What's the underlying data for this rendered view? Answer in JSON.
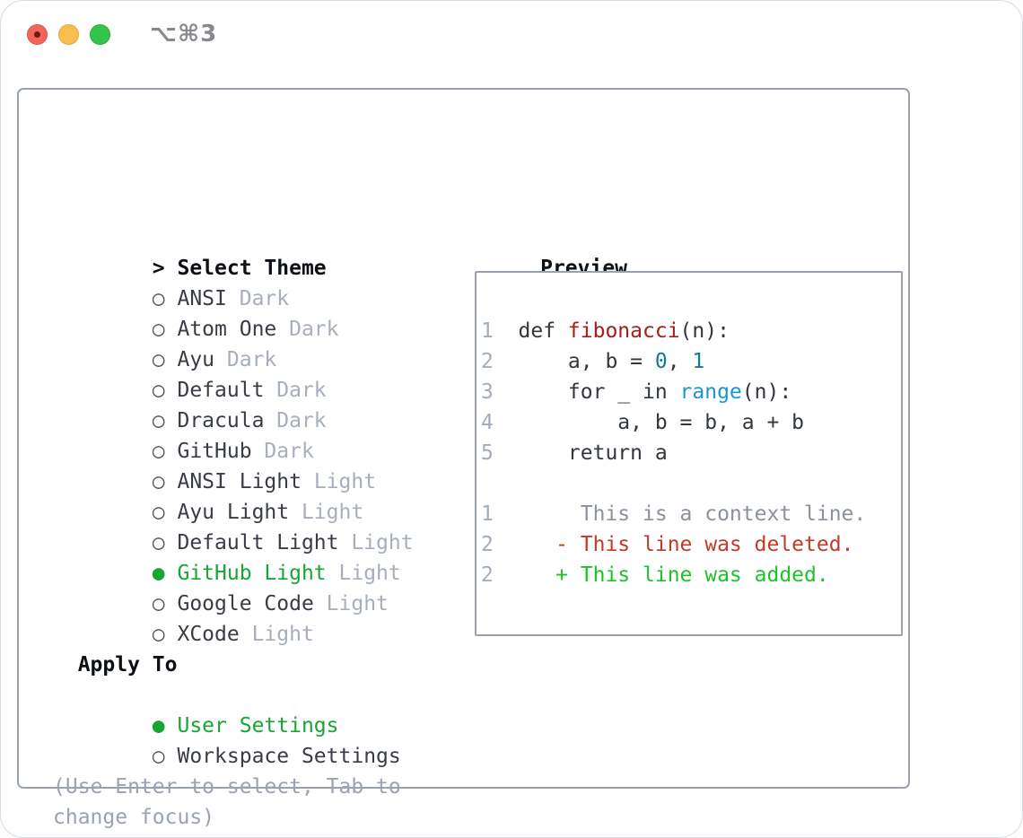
{
  "titlebar": {
    "title": "⌥⌘3"
  },
  "select_theme": {
    "prompt": ">",
    "title": "Select Theme",
    "themes": [
      {
        "bullet": "○",
        "name": "ANSI",
        "variant": "Dark",
        "selected": false
      },
      {
        "bullet": "○",
        "name": "Atom One",
        "variant": "Dark",
        "selected": false
      },
      {
        "bullet": "○",
        "name": "Ayu",
        "variant": "Dark",
        "selected": false
      },
      {
        "bullet": "○",
        "name": "Default",
        "variant": "Dark",
        "selected": false
      },
      {
        "bullet": "○",
        "name": "Dracula",
        "variant": "Dark",
        "selected": false
      },
      {
        "bullet": "○",
        "name": "GitHub",
        "variant": "Dark",
        "selected": false
      },
      {
        "bullet": "○",
        "name": "ANSI Light",
        "variant": "Light",
        "selected": false
      },
      {
        "bullet": "○",
        "name": "Ayu Light",
        "variant": "Light",
        "selected": false
      },
      {
        "bullet": "○",
        "name": "Default Light",
        "variant": "Light",
        "selected": false
      },
      {
        "bullet": "●",
        "name": "GitHub Light",
        "variant": "Light",
        "selected": true
      },
      {
        "bullet": "○",
        "name": "Google Code",
        "variant": "Light",
        "selected": false
      },
      {
        "bullet": "○",
        "name": "XCode",
        "variant": "Light",
        "selected": false
      }
    ]
  },
  "apply_to": {
    "title": "Apply To",
    "options": [
      {
        "bullet": "●",
        "name": "User Settings",
        "selected": true
      },
      {
        "bullet": "○",
        "name": "Workspace Settings",
        "selected": false
      }
    ]
  },
  "hint": {
    "line1": "(Use Enter to select, Tab to",
    "line2": "change focus)"
  },
  "preview": {
    "title": "Preview",
    "code": {
      "l1": {
        "n": "1",
        "s1": "def ",
        "s2": "fibonacci",
        "s3": "(n):"
      },
      "l2": {
        "n": "2",
        "s1": "    a, b = ",
        "s2": "0",
        "s3": ", ",
        "s4": "1"
      },
      "l3": {
        "n": "3",
        "s1": "    for _ in ",
        "s2": "range",
        "s3": "(n):"
      },
      "l4": {
        "n": "4",
        "s1": "        a, b = b, a + b"
      },
      "l5": {
        "n": "5",
        "s1": "    return a"
      }
    },
    "diff": {
      "d1": {
        "n": "1",
        "text": "     This is a context line."
      },
      "d2": {
        "n": "2",
        "text": "   - This line was deleted."
      },
      "d3": {
        "n": "2",
        "text": "   + This line was added."
      }
    }
  },
  "colors": {
    "accent_green": "#17a534",
    "muted_gray": "#a7afbc",
    "panel_border": "#99a2ac",
    "syntax_function_red": "#a71d19",
    "syntax_number_teal": "#0d7e8a",
    "syntax_builtin_blue": "#1b95cf",
    "diff_context_gray": "#8b929c",
    "diff_deleted_red": "#c23a28",
    "diff_added_green": "#1cc328",
    "traffic_red": "#f1655b",
    "traffic_yellow": "#f6bf4e",
    "traffic_green": "#34c44a"
  }
}
